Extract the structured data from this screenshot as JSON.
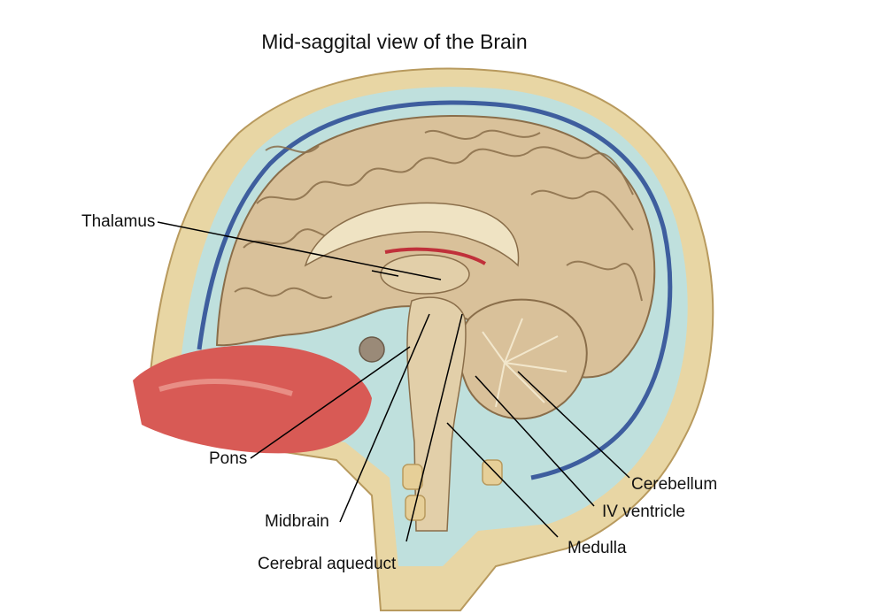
{
  "title": "Mid-saggital view of the Brain",
  "labels": {
    "thalamus": "Thalamus",
    "pons": "Pons",
    "midbrain": "Midbrain",
    "cerebral_aqueduct": "Cerebral aqueduct",
    "cerebellum": "Cerebellum",
    "iv_ventricle": "IV ventricle",
    "medulla": "Medulla"
  },
  "colors": {
    "skin": "#e8d6a4",
    "fluid": "#bfe0dd",
    "dura_blue": "#3e5e9e",
    "brain": "#d9c19a",
    "gyri_line": "#8a6e4a",
    "nasal_red": "#d85a55",
    "corpus_callosum": "#efe3c3",
    "label_line": "#000000"
  }
}
